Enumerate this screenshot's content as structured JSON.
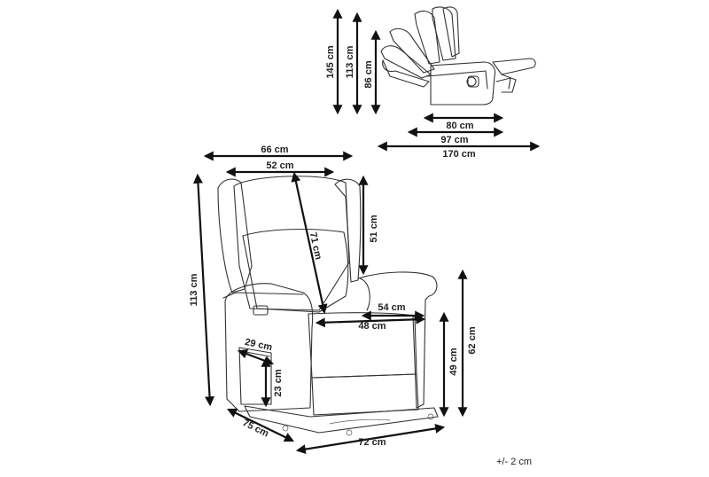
{
  "dimensions": {
    "side_height_total": "145 cm",
    "side_height_back": "113 cm",
    "side_height_seat_back": "86 cm",
    "side_depth_upright": "80 cm",
    "side_depth_reclined": "97 cm",
    "side_length_full": "170 cm",
    "front_outer_width": "66 cm",
    "front_back_width": "52 cm",
    "front_height": "113 cm",
    "front_back_diagonal": "71 cm",
    "front_back_height": "51 cm",
    "seat_depth": "54 cm",
    "seat_width": "48 cm",
    "arm_height": "62 cm",
    "seat_height": "49 cm",
    "pocket_width": "29 cm",
    "pocket_height": "23 cm",
    "base_depth": "75 cm",
    "base_width": "72 cm"
  },
  "tolerance": "+/- 2 cm"
}
